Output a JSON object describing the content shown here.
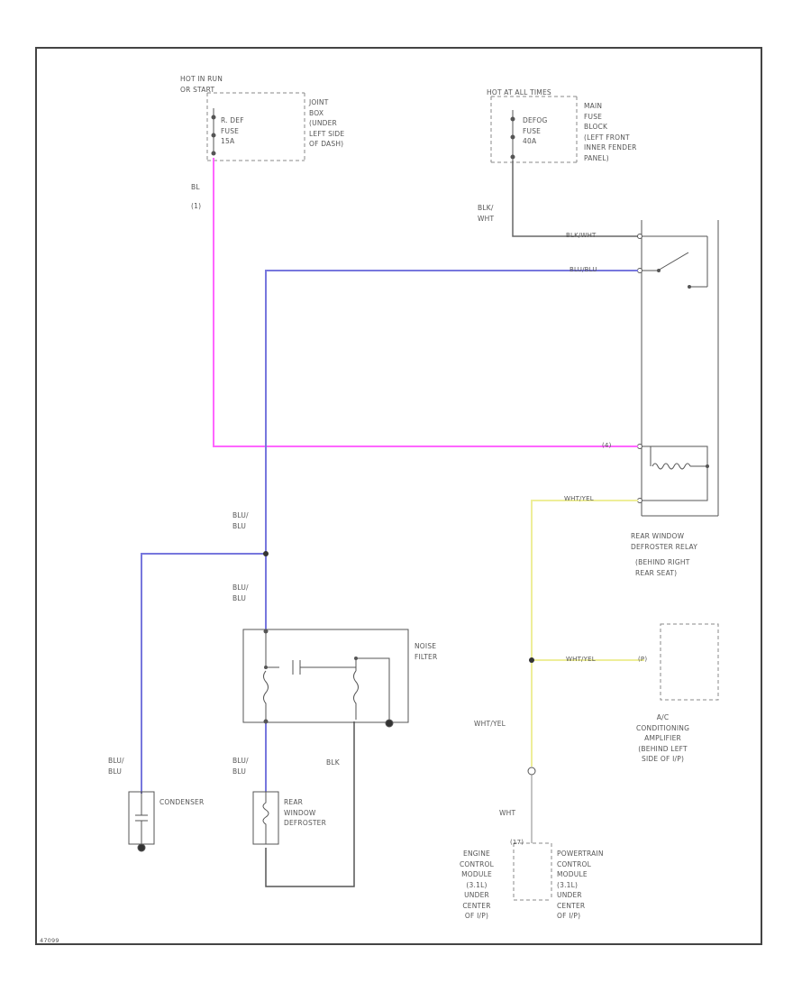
{
  "figure_id": "47099",
  "labels": {
    "hot_run_fuse": [
      "HOT IN RUN",
      "OR START"
    ],
    "rdef_fuse": [
      "R. DEF",
      "FUSE",
      "15A"
    ],
    "jb_location": [
      "JOINT",
      "BOX",
      "(UNDER",
      "LEFT SIDE",
      "OF DASH)"
    ],
    "hot_all_times": "HOT AT ALL TIMES",
    "defog_fuse": [
      "DEFOG",
      "FUSE",
      "40A"
    ],
    "main_fuse_location": [
      "MAIN",
      "FUSE",
      "BLOCK",
      "(LEFT FRONT",
      "INNER FENDER",
      "PANEL)"
    ],
    "wire_bl": [
      "BL",
      "(1)"
    ],
    "wire_blk_wht": [
      "BLK/",
      "WHT"
    ],
    "wire_blk_wht_relay": "BLK/WHT",
    "wire_blu_blu_relay": "BLU/BLU",
    "wire_bl_relay": "(4)",
    "wire_wht_yel_relay": "WHT/YEL",
    "relay_name": [
      "REAR WINDOW",
      "DEFROSTER RELAY"
    ],
    "relay_location": [
      "(BEHIND RIGHT",
      "REAR SEAT)"
    ],
    "wire_blu_1": [
      "BLU/",
      "BLU"
    ],
    "wire_blu_2": [
      "BLU/",
      "BLU"
    ],
    "noise_filter": [
      "NOISE",
      "FILTER"
    ],
    "wire_wht_yel_ac": "WHT/YEL",
    "ac_pin": "(P)",
    "ac_amp": [
      "A/C",
      "CONDITIONING",
      "AMPLIFIER",
      "(BEHIND LEFT",
      "SIDE OF I/P)"
    ],
    "wire_wht_yel_down": "WHT/YEL",
    "wire_blu_cond": [
      "BLU/",
      "BLU"
    ],
    "wire_blu_defrost": [
      "BLU/",
      "BLU"
    ],
    "wire_blk": "BLK",
    "condenser": "CONDENSER",
    "rear_defroster": [
      "REAR",
      "WINDOW",
      "DEFROSTER"
    ],
    "wire_wht": "WHT",
    "ecm_pin": "(17)",
    "ecm": [
      "ENGINE",
      "CONTROL",
      "MODULE",
      "(3.1L)",
      "UNDER",
      "CENTER",
      "OF I/P)"
    ],
    "pcm": [
      "POWERTRAIN",
      "CONTROL",
      "MODULE",
      "(3.1L)",
      "UNDER",
      "CENTER",
      "OF I/P)"
    ]
  },
  "colors": {
    "pink_wire": "#ff66ff",
    "blue_wire": "#7777dd",
    "yellow_wire": "#eeee99",
    "black_line": "#555555",
    "frame": "#444444",
    "dashed": "#888888"
  }
}
